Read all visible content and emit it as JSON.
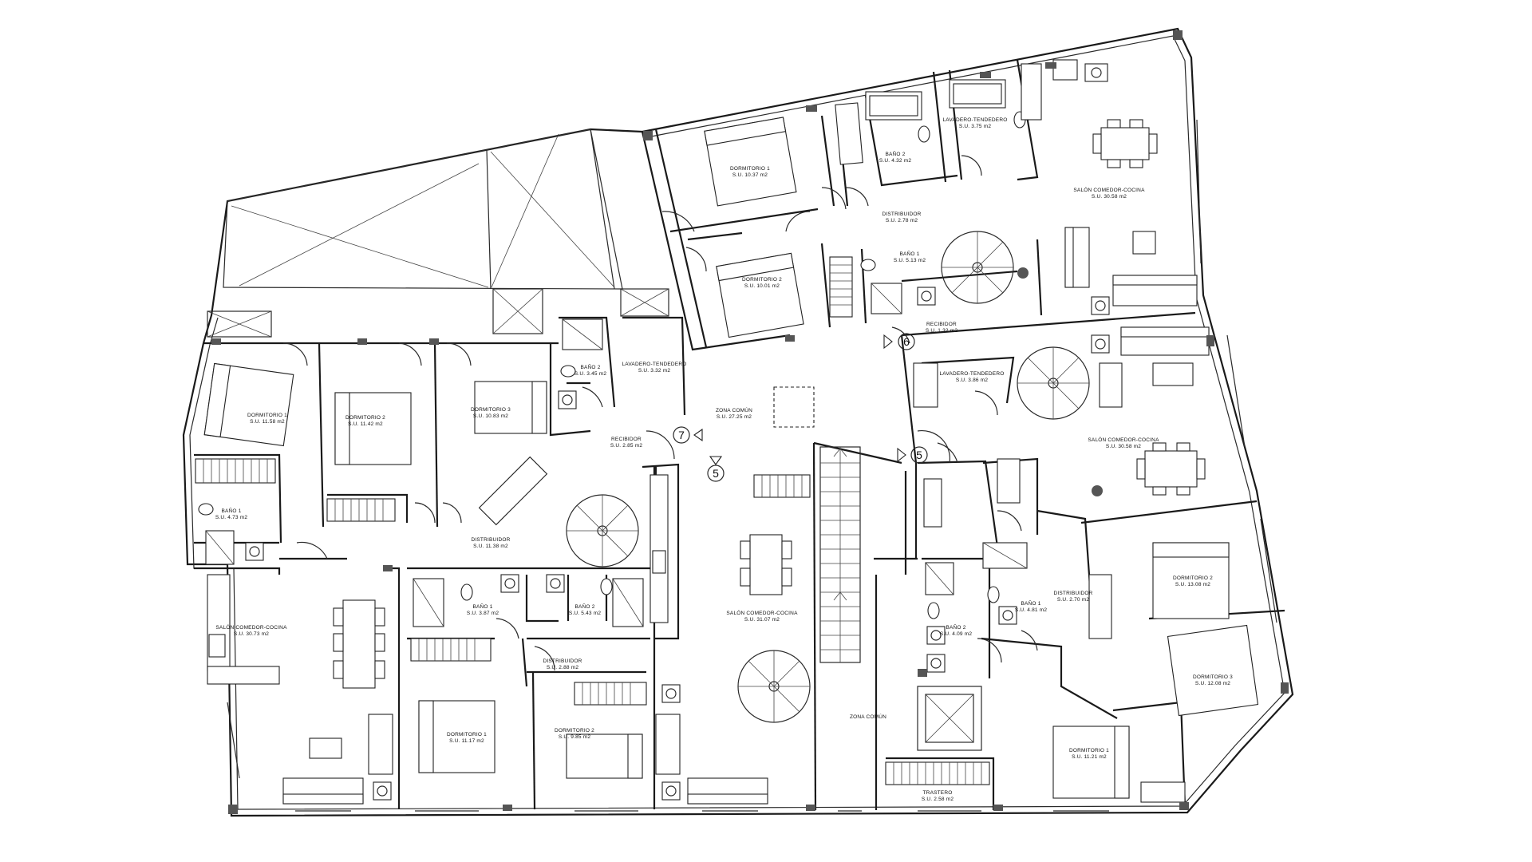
{
  "rooms": [
    {
      "name": "DORMITORIO 1",
      "area": "S.U. 10.37 m2"
    },
    {
      "name": "BAÑO 2",
      "area": "S.U. 4.32 m2"
    },
    {
      "name": "LAVADERO-TENDEDERO",
      "area": "S.U. 3.75 m2"
    },
    {
      "name": "SALÓN COMEDOR-COCINA",
      "area": "S.U. 30.58 m2"
    },
    {
      "name": "DISTRIBUIDOR",
      "area": "S.U. 2.78 m2"
    },
    {
      "name": "DORMITORIO 2",
      "area": "S.U. 10.01 m2"
    },
    {
      "name": "BAÑO 1",
      "area": "S.U. 5.13 m2"
    },
    {
      "name": "RECIBIDOR",
      "area": "S.U. 1.32 m2"
    },
    {
      "name": "LAVADERO-TENDEDERO",
      "area": "S.U. 3.86 m2"
    },
    {
      "name": "SALÓN COMEDOR-COCINA",
      "area": "S.U. 30.58 m2"
    },
    {
      "name": "DORMITORIO 1",
      "area": "S.U. 11.58 m2"
    },
    {
      "name": "DORMITORIO 2",
      "area": "S.U. 11.42 m2"
    },
    {
      "name": "DORMITORIO 3",
      "area": "S.U. 10.83 m2"
    },
    {
      "name": "BAÑO 2",
      "area": "S.U. 3.45 m2"
    },
    {
      "name": "LAVADERO-TENDEDERO",
      "area": "S.U. 3.32 m2"
    },
    {
      "name": "ZONA COMÚN",
      "area": "S.U. 27.25 m2"
    },
    {
      "name": "RECIBIDOR",
      "area": "S.U. 2.85 m2"
    },
    {
      "name": "BAÑO 1",
      "area": "S.U. 4.73 m2"
    },
    {
      "name": "DISTRIBUIDOR",
      "area": "S.U. 11.38 m2"
    },
    {
      "name": "SALÓN COMEDOR-COCINA",
      "area": "S.U. 30.73 m2"
    },
    {
      "name": "BAÑO 1",
      "area": "S.U. 3.87 m2"
    },
    {
      "name": "BAÑO 2",
      "area": "S.U. 5.43 m2"
    },
    {
      "name": "DISTRIBUIDOR",
      "area": "S.U. 2.88 m2"
    },
    {
      "name": "DORMITORIO 1",
      "area": "S.U. 11.17 m2"
    },
    {
      "name": "DORMITORIO 2",
      "area": "S.U. 9.85 m2"
    },
    {
      "name": "SALÓN COMEDOR-COCINA",
      "area": "S.U. 31.07 m2"
    },
    {
      "name": "ZONA COMÚN",
      "area": ""
    },
    {
      "name": "BAÑO 2",
      "area": "S.U. 4.09 m2"
    },
    {
      "name": "BAÑO 1",
      "area": "S.U. 4.81 m2"
    },
    {
      "name": "DISTRIBUIDOR",
      "area": "S.U. 2.70 m2"
    },
    {
      "name": "DORMITORIO 2",
      "area": "S.U. 13.08 m2"
    },
    {
      "name": "DORMITORIO 3",
      "area": "S.U. 12.08 m2"
    },
    {
      "name": "DORMITORIO 1",
      "area": "S.U. 11.21 m2"
    },
    {
      "name": "TRASTERO",
      "area": "S.U. 2.58 m2"
    }
  ],
  "markers": [
    "6",
    "7",
    "5",
    "5"
  ]
}
